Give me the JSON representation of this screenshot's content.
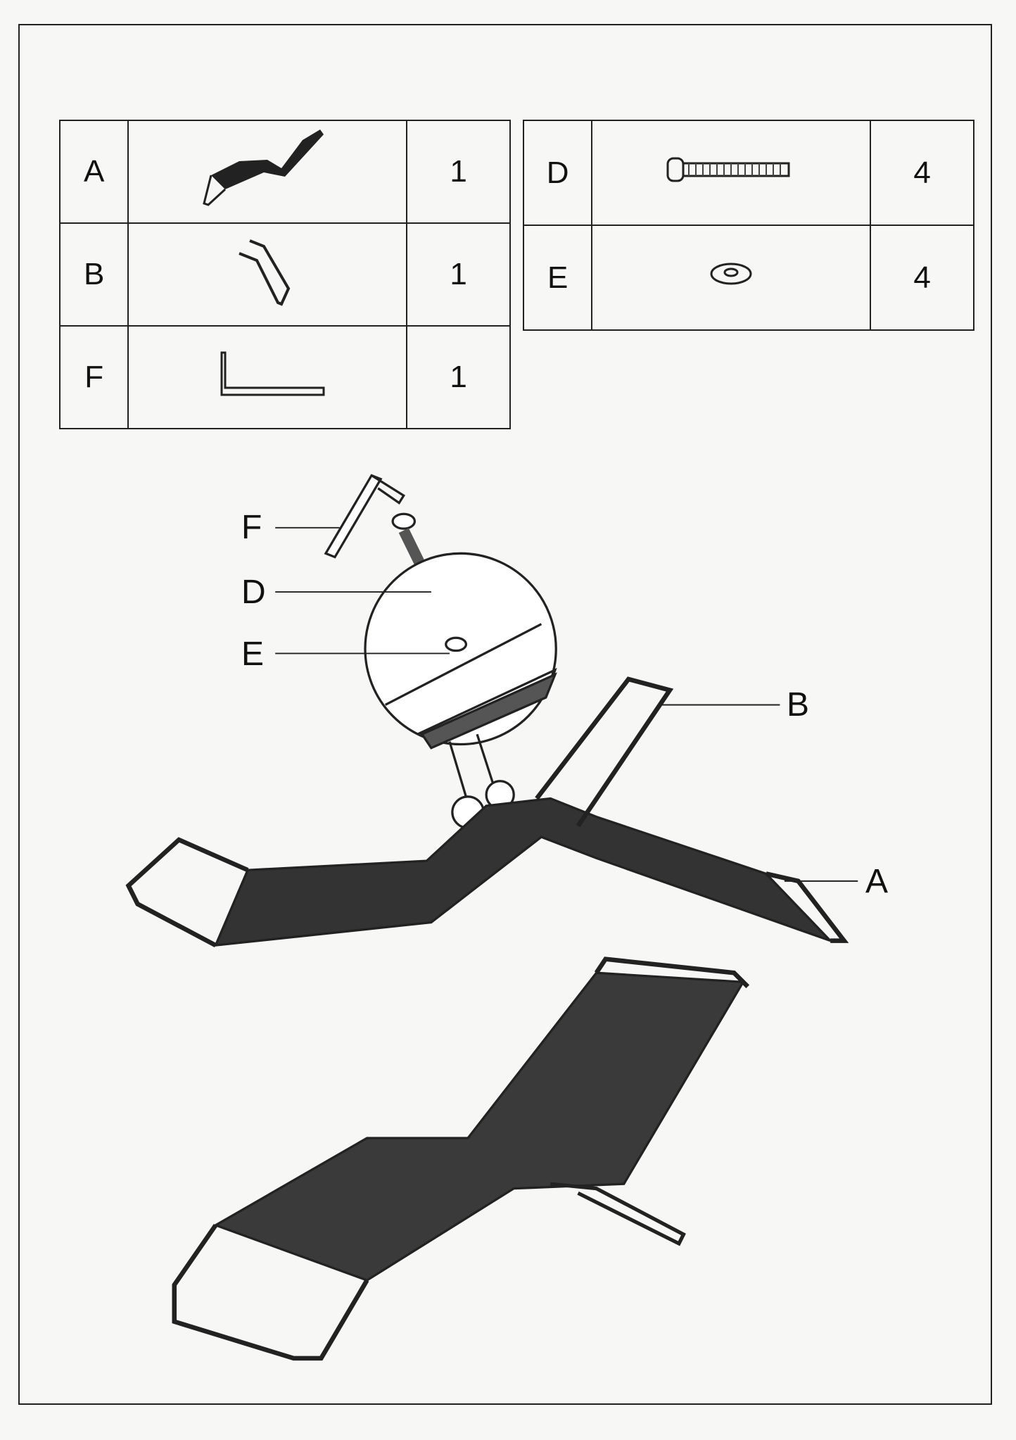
{
  "parts_left": [
    {
      "label": "A",
      "icon": "lounger-frame",
      "qty": "1"
    },
    {
      "label": "B",
      "icon": "backrest-frame",
      "qty": "1"
    },
    {
      "label": "F",
      "icon": "allen-key",
      "qty": "1"
    }
  ],
  "parts_right": [
    {
      "label": "D",
      "icon": "bolt",
      "qty": "4"
    },
    {
      "label": "E",
      "icon": "washer",
      "qty": "4"
    }
  ],
  "callouts": {
    "f": "F",
    "d": "D",
    "e": "E",
    "b": "B",
    "a": "A"
  }
}
